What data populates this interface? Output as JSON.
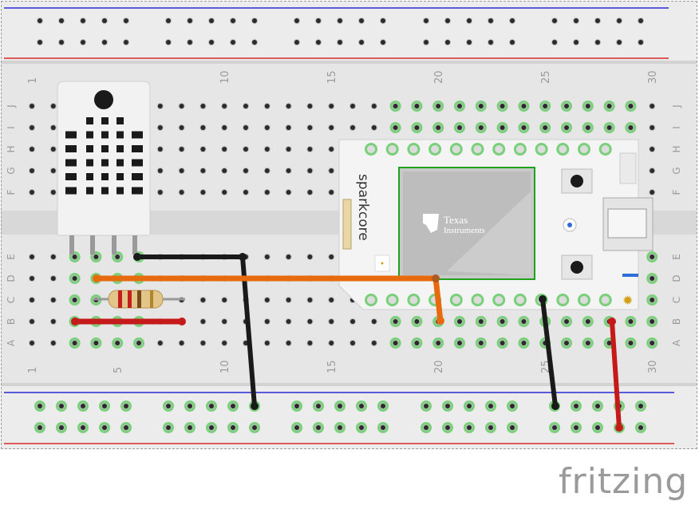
{
  "board": {
    "columns_top": [
      "1",
      "10",
      "15",
      "20",
      "25",
      "30"
    ],
    "columns_bottom": [
      "1",
      "5",
      "10",
      "15",
      "20",
      "25",
      "30"
    ],
    "rows_top": [
      "J",
      "I",
      "H",
      "G",
      "F"
    ],
    "rows_bottom": [
      "E",
      "D",
      "C",
      "B",
      "A"
    ]
  },
  "sparkcore": {
    "label": "sparkcore",
    "chip_brand_line1": "Texas",
    "chip_brand_line2": "Instruments"
  },
  "watermark": "fritzing",
  "colors": {
    "breadboard": "#e6e6e6",
    "rail_blue": "#2a2ad8",
    "rail_red": "#d82a2a",
    "hole": "#2b2b2b",
    "hole_active": "#7bd07b",
    "wire_black": "#1a1a1a",
    "wire_orange": "#e86a0f",
    "wire_red": "#c61a1a",
    "sensor_body": "#f2f2f2",
    "core_body": "#f4f4f4",
    "chip": "#c9c9c9"
  }
}
